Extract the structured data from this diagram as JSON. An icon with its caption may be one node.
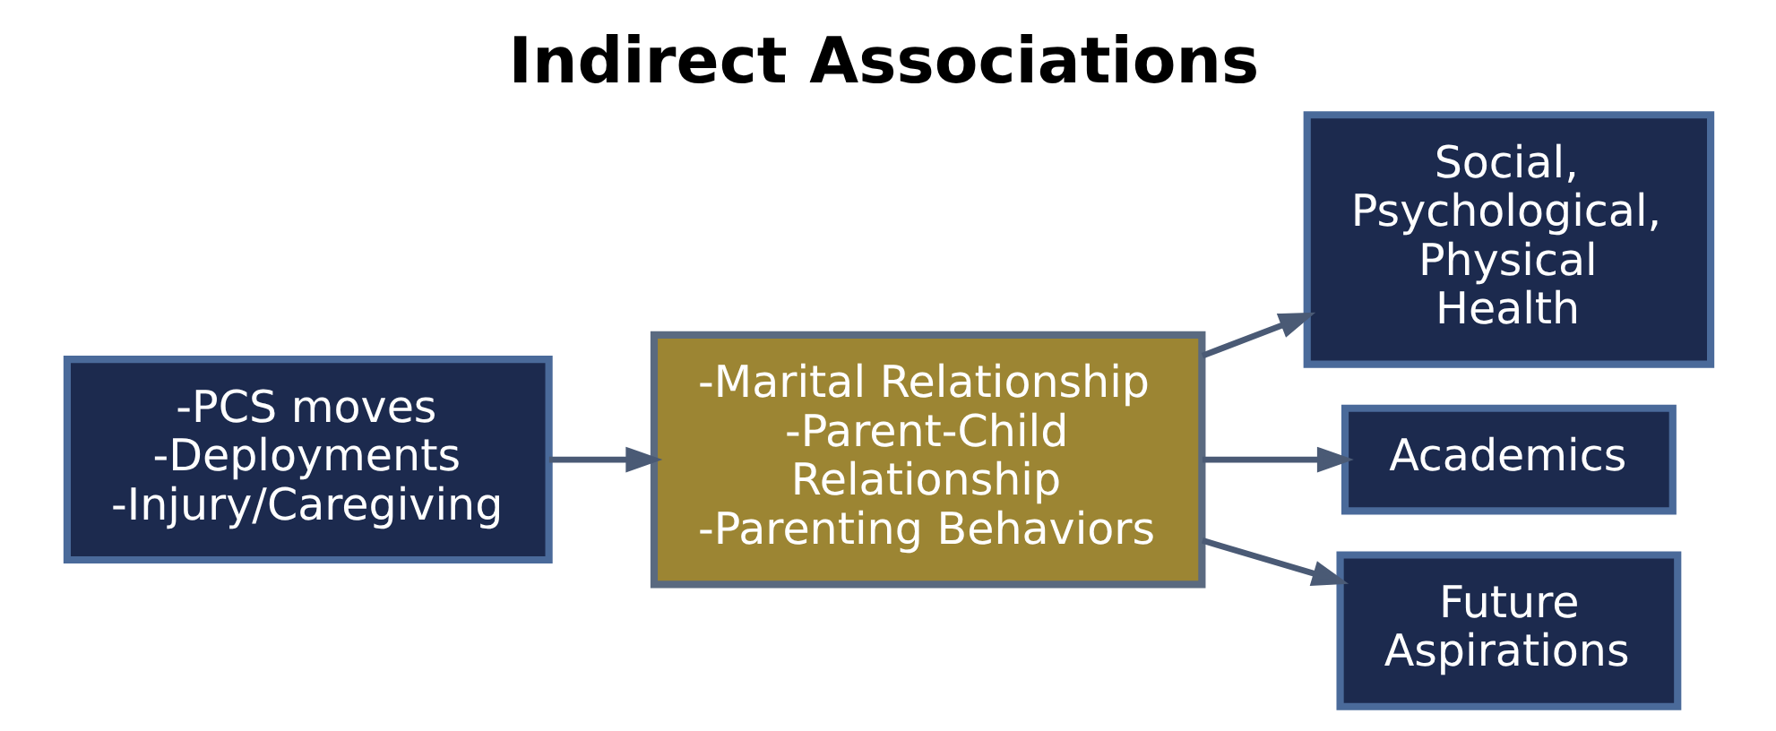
{
  "diagram": {
    "title": "Indirect Associations",
    "nodes": [
      {
        "text": [
          "-PCS moves -Deployments -Injury/Caregiving"
        ]
      },
      {
        "text": [
          "-Marital Relationship -Parent-Child Relationship -Parenting Behaviors"
        ]
      },
      {
        "text": [
          "Social, Psychological, Physical Health"
        ]
      },
      {
        "text": [
          "Academics"
        ]
      },
      {
        "text": [
          "Future Aspirations"
        ]
      }
    ],
    "edges": [
      {
        "from": 0,
        "to": 1,
        "arrow": "to"
      },
      {
        "from": 1,
        "to": 2,
        "arrow": "to"
      },
      {
        "from": 1,
        "to": 3,
        "arrow": "to"
      },
      {
        "from": 1,
        "to": 4,
        "arrow": "to"
      }
    ]
  }
}
